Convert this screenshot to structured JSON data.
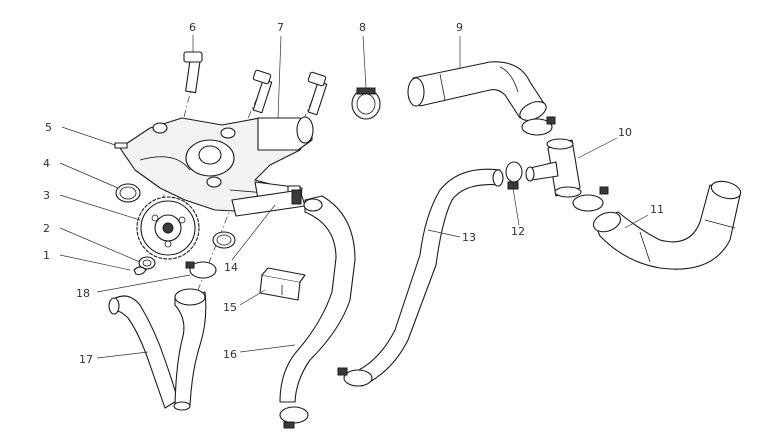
{
  "callouts": [
    {
      "id": "1",
      "label": "1"
    },
    {
      "id": "2",
      "label": "2"
    },
    {
      "id": "3",
      "label": "3"
    },
    {
      "id": "4",
      "label": "4"
    },
    {
      "id": "5",
      "label": "5"
    },
    {
      "id": "6",
      "label": "6"
    },
    {
      "id": "7",
      "label": "7"
    },
    {
      "id": "8",
      "label": "8"
    },
    {
      "id": "9",
      "label": "9"
    },
    {
      "id": "10",
      "label": "10"
    },
    {
      "id": "11",
      "label": "11"
    },
    {
      "id": "12",
      "label": "12"
    },
    {
      "id": "13",
      "label": "13"
    },
    {
      "id": "14",
      "label": "14"
    },
    {
      "id": "15",
      "label": "15"
    },
    {
      "id": "16",
      "label": "16"
    },
    {
      "id": "17",
      "label": "17"
    },
    {
      "id": "18",
      "label": "18"
    }
  ],
  "colors": {
    "line": "#1c1c1c",
    "text": "#333333",
    "background": "#ffffff"
  }
}
